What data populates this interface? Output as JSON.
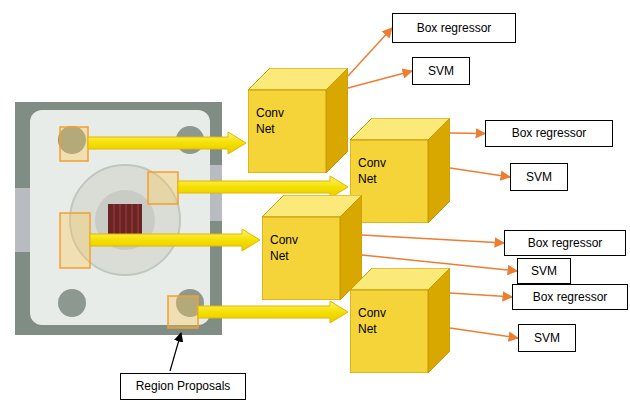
{
  "diagram": {
    "nodes": [
      {
        "text": [
          "Conv Net"
        ]
      },
      {
        "text": [
          "Box regressor"
        ]
      },
      {
        "text": [
          "SVM"
        ]
      },
      {
        "text": [
          "Conv Net"
        ]
      },
      {
        "text": [
          "Box regressor"
        ]
      },
      {
        "text": [
          "SVM"
        ]
      },
      {
        "text": [
          "Conv Net"
        ]
      },
      {
        "text": [
          "Box regressor"
        ]
      },
      {
        "text": [
          "SVM"
        ]
      },
      {
        "text": [
          "Conv Net"
        ]
      },
      {
        "text": [
          "Box regressor"
        ]
      },
      {
        "text": [
          "SVM"
        ]
      },
      {
        "text": [
          "Region Proposals"
        ]
      }
    ],
    "edges": [
      {
        "from": 0,
        "to": 1,
        "arrow": "to"
      },
      {
        "from": 0,
        "to": 2,
        "arrow": "to"
      },
      {
        "from": 3,
        "to": 4,
        "arrow": "to"
      },
      {
        "from": 3,
        "to": 5,
        "arrow": "to"
      },
      {
        "from": 6,
        "to": 7,
        "arrow": "to"
      },
      {
        "from": 6,
        "to": 8,
        "arrow": "to"
      },
      {
        "from": 9,
        "to": 10,
        "arrow": "to"
      },
      {
        "from": 9,
        "to": 11,
        "arrow": "to"
      }
    ]
  }
}
